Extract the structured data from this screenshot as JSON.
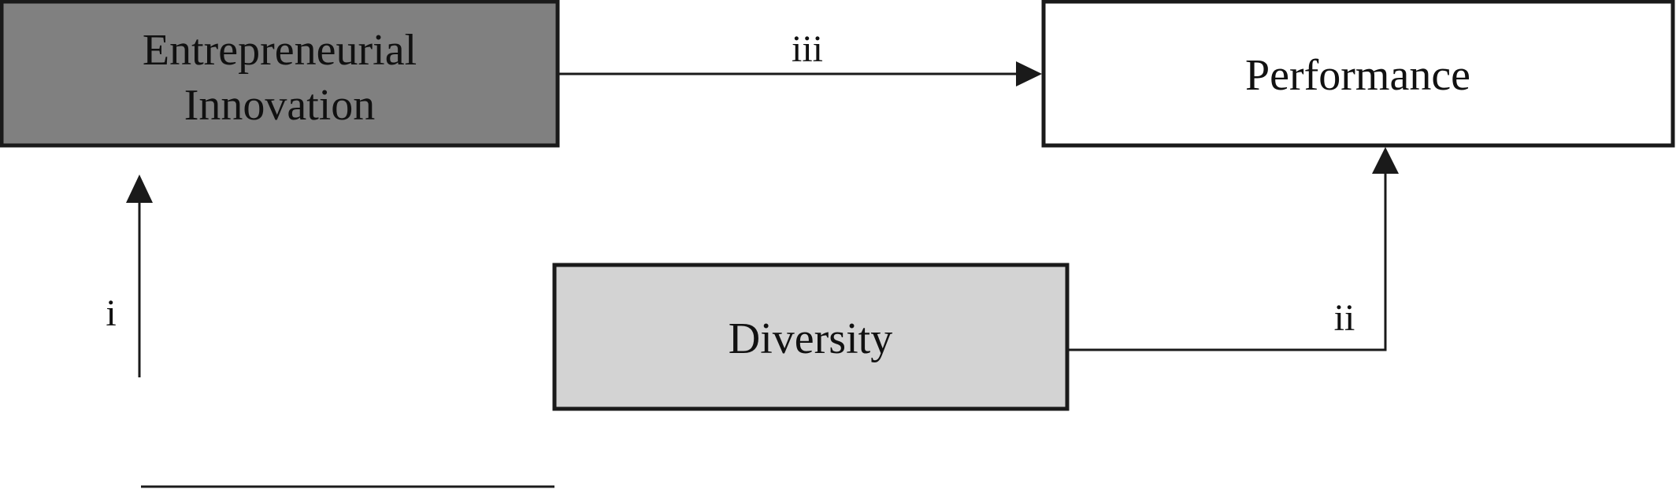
{
  "boxes": {
    "entrepreneurial_innovation": {
      "line1": "Entrepreneurial",
      "line2": "Innovation",
      "fill": "#808080"
    },
    "performance": {
      "label": "Performance",
      "fill": "#ffffff"
    },
    "diversity": {
      "label": "Diversity",
      "fill": "#d3d3d3"
    }
  },
  "edges": {
    "i": "i",
    "ii": "ii",
    "iii": "iii"
  },
  "colors": {
    "stroke": "#1a1a1a",
    "text": "#111111"
  }
}
